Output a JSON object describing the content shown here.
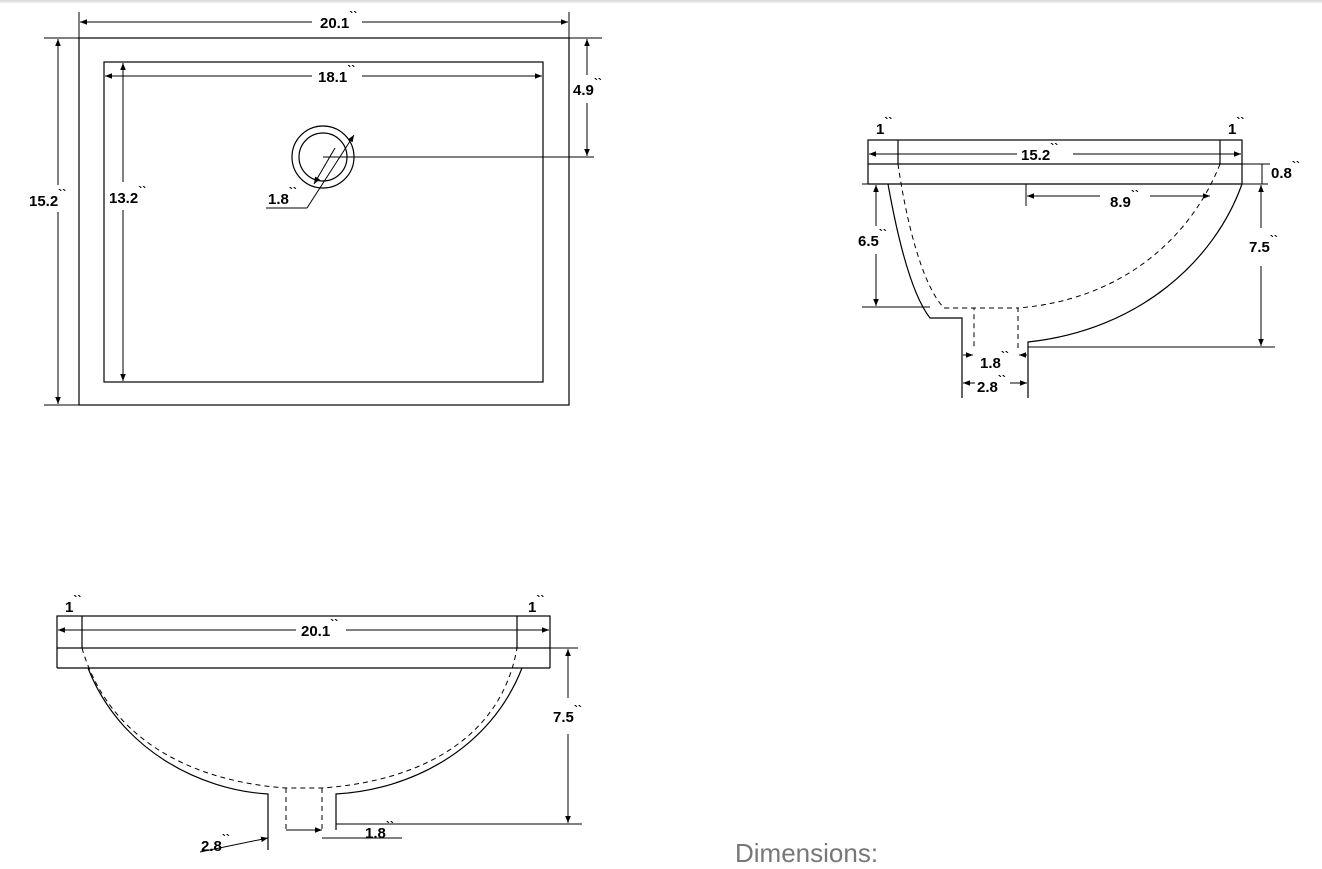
{
  "top_view": {
    "overall_width": "20.1",
    "inner_width": "18.1",
    "drain_offset": "4.9",
    "overall_depth": "15.2",
    "inner_depth": "13.2",
    "drain_diameter": "1.8"
  },
  "side_view": {
    "rim_left": "1",
    "rim_right": "1",
    "width": "15.2",
    "rim_thickness": "0.8",
    "drain_offset": "8.9",
    "bowl_depth": "6.5",
    "total_height": "7.5",
    "drain_inner": "1.8",
    "drain_outer": "2.8"
  },
  "front_view": {
    "rim_left": "1",
    "rim_right": "1",
    "width": "20.1",
    "total_height": "7.5",
    "drain_inner": "1.8",
    "drain_outer": "2.8"
  },
  "inch_mark": "``",
  "caption": "Dimensions:"
}
